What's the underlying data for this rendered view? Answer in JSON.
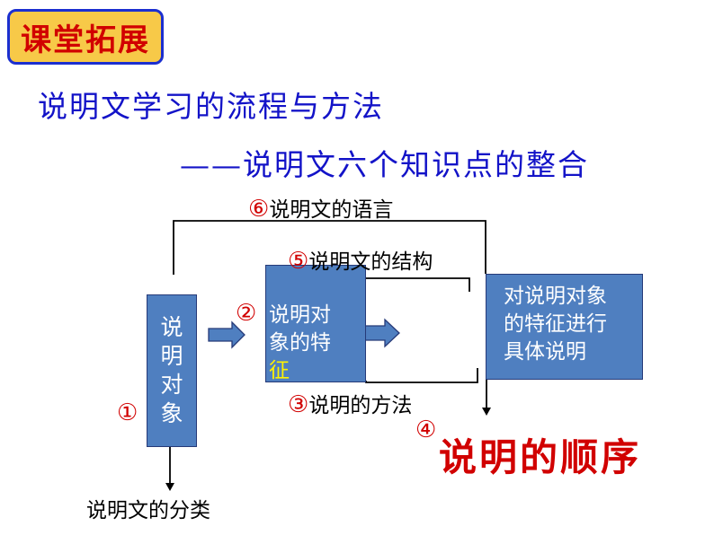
{
  "badge": {
    "text": "课堂拓展"
  },
  "title": "说明文学习的流程与方法",
  "subtitle": "——说明文六个知识点的整合",
  "boxes": {
    "object": [
      "说",
      "明",
      "对",
      "象"
    ],
    "features": {
      "line1": "说明对",
      "line2": "象的特",
      "line3": "征"
    },
    "desc": [
      "对说明对象",
      "的特征进行",
      "具体说明"
    ]
  },
  "labels": {
    "language": {
      "num": "⑥",
      "text": "说明文的语言"
    },
    "structure": {
      "num": "⑤",
      "text": "说明文的结构"
    },
    "features": {
      "num": "②"
    },
    "method": {
      "num": "③",
      "text": "说明的方法"
    },
    "object": {
      "num": "①"
    },
    "order": {
      "num": "④",
      "text": "说明的顺序"
    },
    "category": "说明文的分类"
  },
  "colors": {
    "box_fill": "#4f7fc0",
    "accent_red": "#d10000",
    "title_blue": "#1313c8",
    "badge_fill": "#f7c948"
  }
}
